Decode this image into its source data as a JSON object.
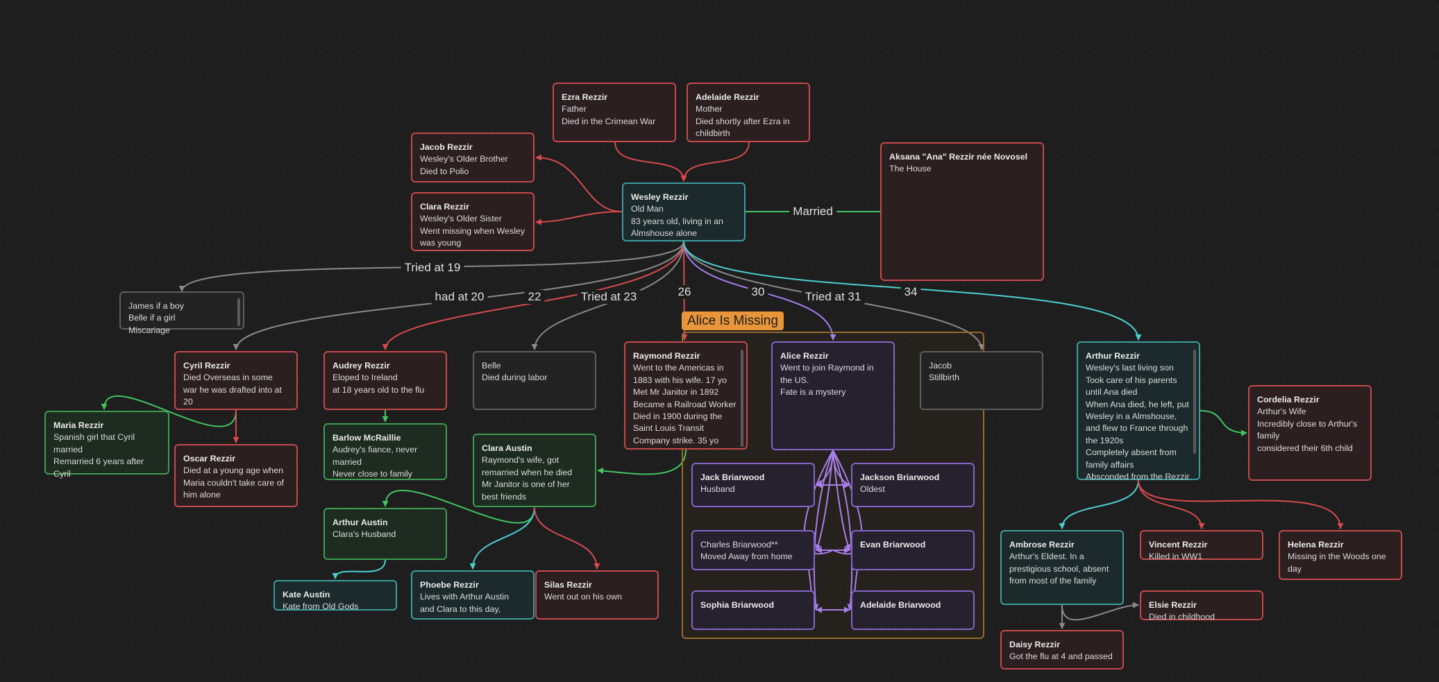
{
  "colors": {
    "red": "#d84a4e",
    "teal": "#4ccfd2",
    "green": "#43c462",
    "purple": "#a67ef2",
    "gray": "#8a8a8a",
    "orange": "#e9953a",
    "background": "#1e1e1e"
  },
  "group": {
    "label": "Alice Is Missing"
  },
  "nodes": {
    "ezra": {
      "title": "Ezra Rezzir",
      "lines": [
        "Father",
        "Died in the Crimean War"
      ]
    },
    "adelaide": {
      "title": "Adelaide Rezzir",
      "lines": [
        "Mother",
        "Died shortly after Ezra in childbirth"
      ]
    },
    "jacob_r": {
      "title": "Jacob Rezzir",
      "lines": [
        "Wesley's Older Brother",
        "Died to Polio"
      ]
    },
    "clara_r": {
      "title": "Clara Rezzir",
      "lines": [
        "Wesley's Older Sister",
        "Went missing when Wesley was young"
      ]
    },
    "wesley": {
      "title": "Wesley Rezzir",
      "lines": [
        "Old Man",
        "83 years old, living in an Almshouse alone"
      ]
    },
    "aksana": {
      "title": "Aksana \"Ana\" Rezzir née Novosel",
      "lines": [
        "The House"
      ]
    },
    "james": {
      "title": "",
      "lines": [
        "James if a boy",
        "Belle if a girl",
        "Miscariage"
      ]
    },
    "cyril": {
      "title": "Cyril Rezzir",
      "lines": [
        "Died Overseas in some war he was drafted into at 20"
      ]
    },
    "audrey": {
      "title": "Audrey Rezzir",
      "lines": [
        "Eloped to Ireland",
        "at 18 years old to the flu"
      ]
    },
    "belle": {
      "title": "",
      "lines": [
        "Belle",
        "Died during labor"
      ]
    },
    "raymond": {
      "title": "Raymond Rezzir",
      "lines": [
        "Went to the Americas in 1883 with his wife. 17 yo",
        "Met Mr Janitor in 1892",
        "Became a Railroad Worker",
        "Died in 1900 during the Saint Louis Transit Company strike. 35 yo"
      ]
    },
    "alice": {
      "title": "Alice Rezzir",
      "lines": [
        "Went to join Raymond in the US.",
        "Fate is a mystery"
      ]
    },
    "jacob_s": {
      "title": "",
      "lines": [
        "Jacob",
        "Stillbirth"
      ]
    },
    "arthur_r": {
      "title": "Arthur Rezzir",
      "lines": [
        "Wesley's last living son",
        "Took care of his parents until Ana died",
        "When Ana died, he left, put Wesley in a Almshouse, and flew to France through the 1920s",
        "Completely absent from family affairs",
        "Absconded from the Rezzir"
      ]
    },
    "cordelia": {
      "title": "Cordelia Rezzir",
      "lines": [
        "Arthur's Wife",
        "Incredibly close to Arthur's family",
        "considered their 6th child"
      ]
    },
    "maria": {
      "title": "Maria Rezzir",
      "lines": [
        "Spanish girl that Cyril married",
        "Remarried 6 years after Cyril"
      ]
    },
    "oscar": {
      "title": "Oscar Rezzir",
      "lines": [
        "Died at a young age when Maria couldn't take care of him alone"
      ]
    },
    "barlow": {
      "title": "Barlow McRaillie",
      "lines": [
        "Audrey's fiance, never married",
        "Never close to family"
      ]
    },
    "clara_a": {
      "title": "Clara Austin",
      "lines": [
        "Raymond's wife, got remarried when he died",
        "Mr Janitor is one of her best friends"
      ]
    },
    "arthur_a": {
      "title": "Arthur Austin",
      "lines": [
        "Clara's Husband"
      ]
    },
    "kate": {
      "title": "Kate Austin",
      "lines": [
        "Kate from Old Gods"
      ]
    },
    "phoebe": {
      "title": "Phoebe Rezzir",
      "lines": [
        "Lives with Arthur Austin and Clara to this day,"
      ]
    },
    "silas": {
      "title": "Silas Rezzir",
      "lines": [
        "Went out on his own"
      ]
    },
    "jack": {
      "title": "Jack Briarwood",
      "lines": [
        "Husband"
      ]
    },
    "jackson": {
      "title": "Jackson Briarwood",
      "lines": [
        "Oldest"
      ]
    },
    "charles": {
      "title": "",
      "lines": [
        "Charles Briarwood**",
        "Moved Away from home"
      ]
    },
    "evan": {
      "title": "Evan Briarwood",
      "lines": []
    },
    "sophia": {
      "title": "Sophia Briarwood",
      "lines": []
    },
    "adelaide_b": {
      "title": "Adelaide Briarwood",
      "lines": []
    },
    "ambrose": {
      "title": "Ambrose Rezzir",
      "lines": [
        "Arthur's Eldest. In a prestigious school, absent from most of the family"
      ]
    },
    "vincent": {
      "title": "Vincent Rezzir",
      "lines": [
        "Killed in WW1"
      ]
    },
    "helena": {
      "title": "Helena Rezzir",
      "lines": [
        "Missing in the Woods one day"
      ]
    },
    "elsie": {
      "title": "Elsie Rezzir",
      "lines": [
        "Died in childhood"
      ]
    },
    "daisy": {
      "title": "Daisy Rezzir",
      "lines": [
        "Got the flu at 4 and passed"
      ]
    }
  },
  "edge_labels": {
    "married": "Married",
    "tried19": "Tried at 19",
    "had20": "had at 20",
    "age22": "22",
    "tried23": "Tried at 23",
    "age26": "26",
    "age30": "30",
    "tried31": "Tried at 31",
    "age34": "34"
  }
}
